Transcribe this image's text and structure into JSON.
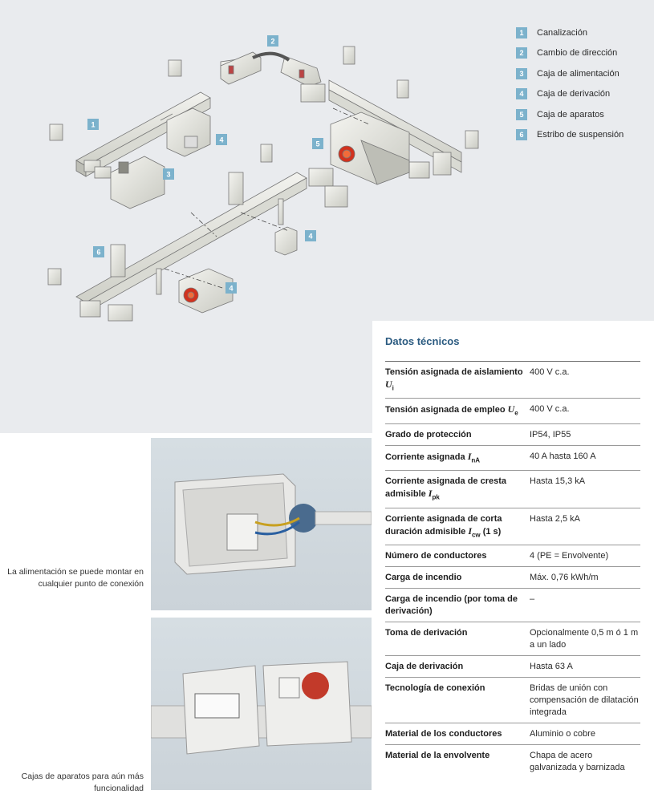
{
  "legend": [
    {
      "num": "1",
      "label": "Canalización"
    },
    {
      "num": "2",
      "label": "Cambio de dirección"
    },
    {
      "num": "3",
      "label": "Caja de alimentación"
    },
    {
      "num": "4",
      "label": "Caja de derivación"
    },
    {
      "num": "5",
      "label": "Caja de aparatos"
    },
    {
      "num": "6",
      "label": "Estribo de suspensión"
    }
  ],
  "diagram_markers": [
    "1",
    "2",
    "3",
    "4",
    "4",
    "4",
    "5",
    "6"
  ],
  "captions": {
    "photo1": "La alimentación se puede montar en cualquier punto de conexión",
    "photo2": "Cajas de aparatos para aún más funcionalidad"
  },
  "tech": {
    "title": "Datos técnicos",
    "rows": [
      {
        "label": "Tensión asignada de aislamiento",
        "sym": "U",
        "sub": "i",
        "value": "400 V c.a."
      },
      {
        "label": "Tensión asignada de empleo",
        "sym": "U",
        "sub": "e",
        "value": "400 V c.a."
      },
      {
        "label": "Grado de protección",
        "sym": "",
        "sub": "",
        "value": "IP54, IP55"
      },
      {
        "label": "Corriente asignada",
        "sym": "I",
        "sub": "nA",
        "value": "40 A hasta 160 A"
      },
      {
        "label": "Corriente asignada de cresta admisible",
        "sym": "I",
        "sub": "pk",
        "value": "Hasta 15,3 kA"
      },
      {
        "label": "Corriente asignada de corta duración admisible",
        "sym": "I",
        "sub": "cw",
        "suffix": " (1 s)",
        "value": "Hasta 2,5 kA"
      },
      {
        "label": "Número de conductores",
        "sym": "",
        "sub": "",
        "value": "4 (PE = Envolvente)"
      },
      {
        "label": "Carga de incendio",
        "sym": "",
        "sub": "",
        "value": "Máx. 0,76 kWh/m"
      },
      {
        "label": "Carga de incendio (por toma de derivación)",
        "sym": "",
        "sub": "",
        "value": "–"
      },
      {
        "label": "Toma de derivación",
        "sym": "",
        "sub": "",
        "value": "Opcionalmente 0,5 m ó 1 m a un lado"
      },
      {
        "label": "Caja de derivación",
        "sym": "",
        "sub": "",
        "value": "Hasta 63 A"
      },
      {
        "label": "Tecnología de conexión",
        "sym": "",
        "sub": "",
        "value": "Bridas de unión con compensación de dilatación integrada"
      },
      {
        "label": "Material de los conductores",
        "sym": "",
        "sub": "",
        "value": "Aluminio o cobre"
      },
      {
        "label": "Material de la envolvente",
        "sym": "",
        "sub": "",
        "value": "Chapa de acero galvanizada y barnizada"
      }
    ]
  },
  "colors": {
    "accent": "#7cb2cc",
    "title": "#2a5a80",
    "panel": "#e9ebee"
  }
}
